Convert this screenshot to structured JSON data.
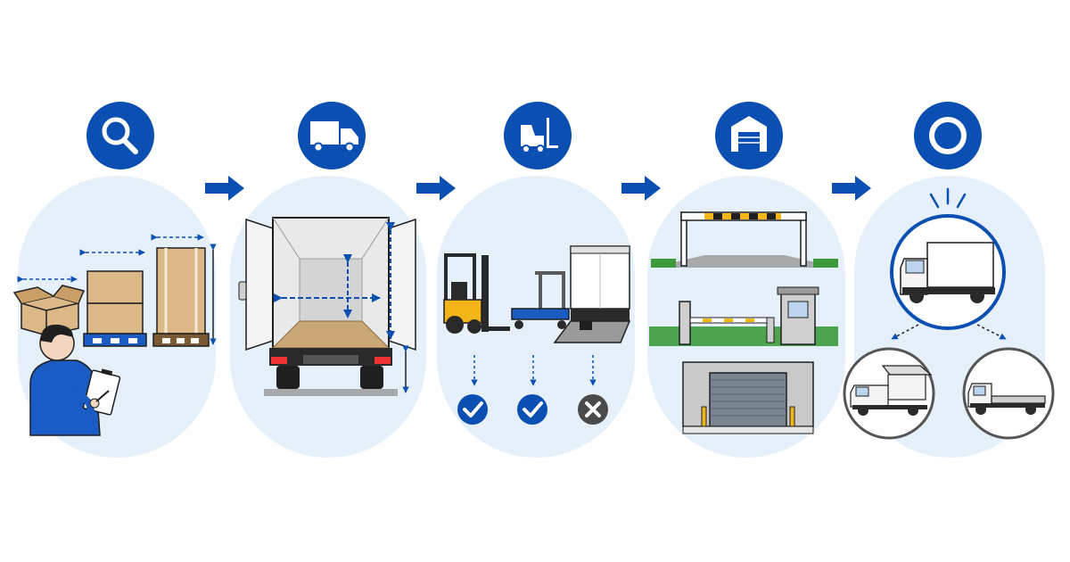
{
  "colors": {
    "primary": "#0b4fb3",
    "panel": "#e6f0fb",
    "ok": "#0b4fb3",
    "ng": "#4a4a4a",
    "cardboard": "#dcb888",
    "outline": "#1f1f1f"
  },
  "steps": [
    {
      "icon": "search-icon",
      "scene": "measure-cargo"
    },
    {
      "icon": "truck-icon",
      "scene": "measure-truck-box"
    },
    {
      "icon": "forklift-icon",
      "scene": "loading-equipment-check"
    },
    {
      "icon": "warehouse-icon",
      "scene": "site-access-check"
    },
    {
      "icon": "circle-icon",
      "scene": "truck-selection"
    }
  ],
  "equipment_checks": [
    {
      "equipment": "forklift",
      "result": "ok"
    },
    {
      "equipment": "hand-cart",
      "result": "ok"
    },
    {
      "equipment": "power-gate",
      "result": "ng"
    }
  ],
  "arrows": [
    "arrow-icon",
    "arrow-icon",
    "arrow-icon",
    "arrow-icon"
  ]
}
